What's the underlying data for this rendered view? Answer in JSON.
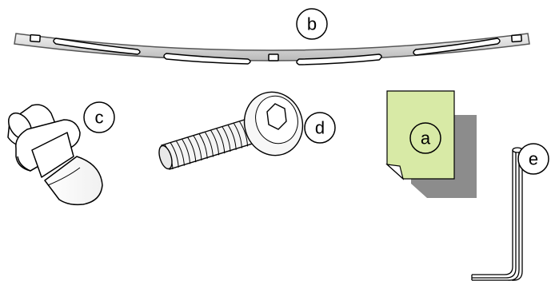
{
  "parts": {
    "a": {
      "label": "a",
      "name": "instruction-sheet"
    },
    "b": {
      "label": "b",
      "name": "curved-mounting-strip"
    },
    "c": {
      "label": "c",
      "name": "light-bulb"
    },
    "d": {
      "label": "d",
      "name": "hex-socket-screw"
    },
    "e": {
      "label": "e",
      "name": "hex-key"
    }
  },
  "colors": {
    "sheet_fill": "#d8eaa6",
    "shadow": "#8c8c8c",
    "outline": "#000000",
    "strip_fill": "#e4e4e4"
  }
}
